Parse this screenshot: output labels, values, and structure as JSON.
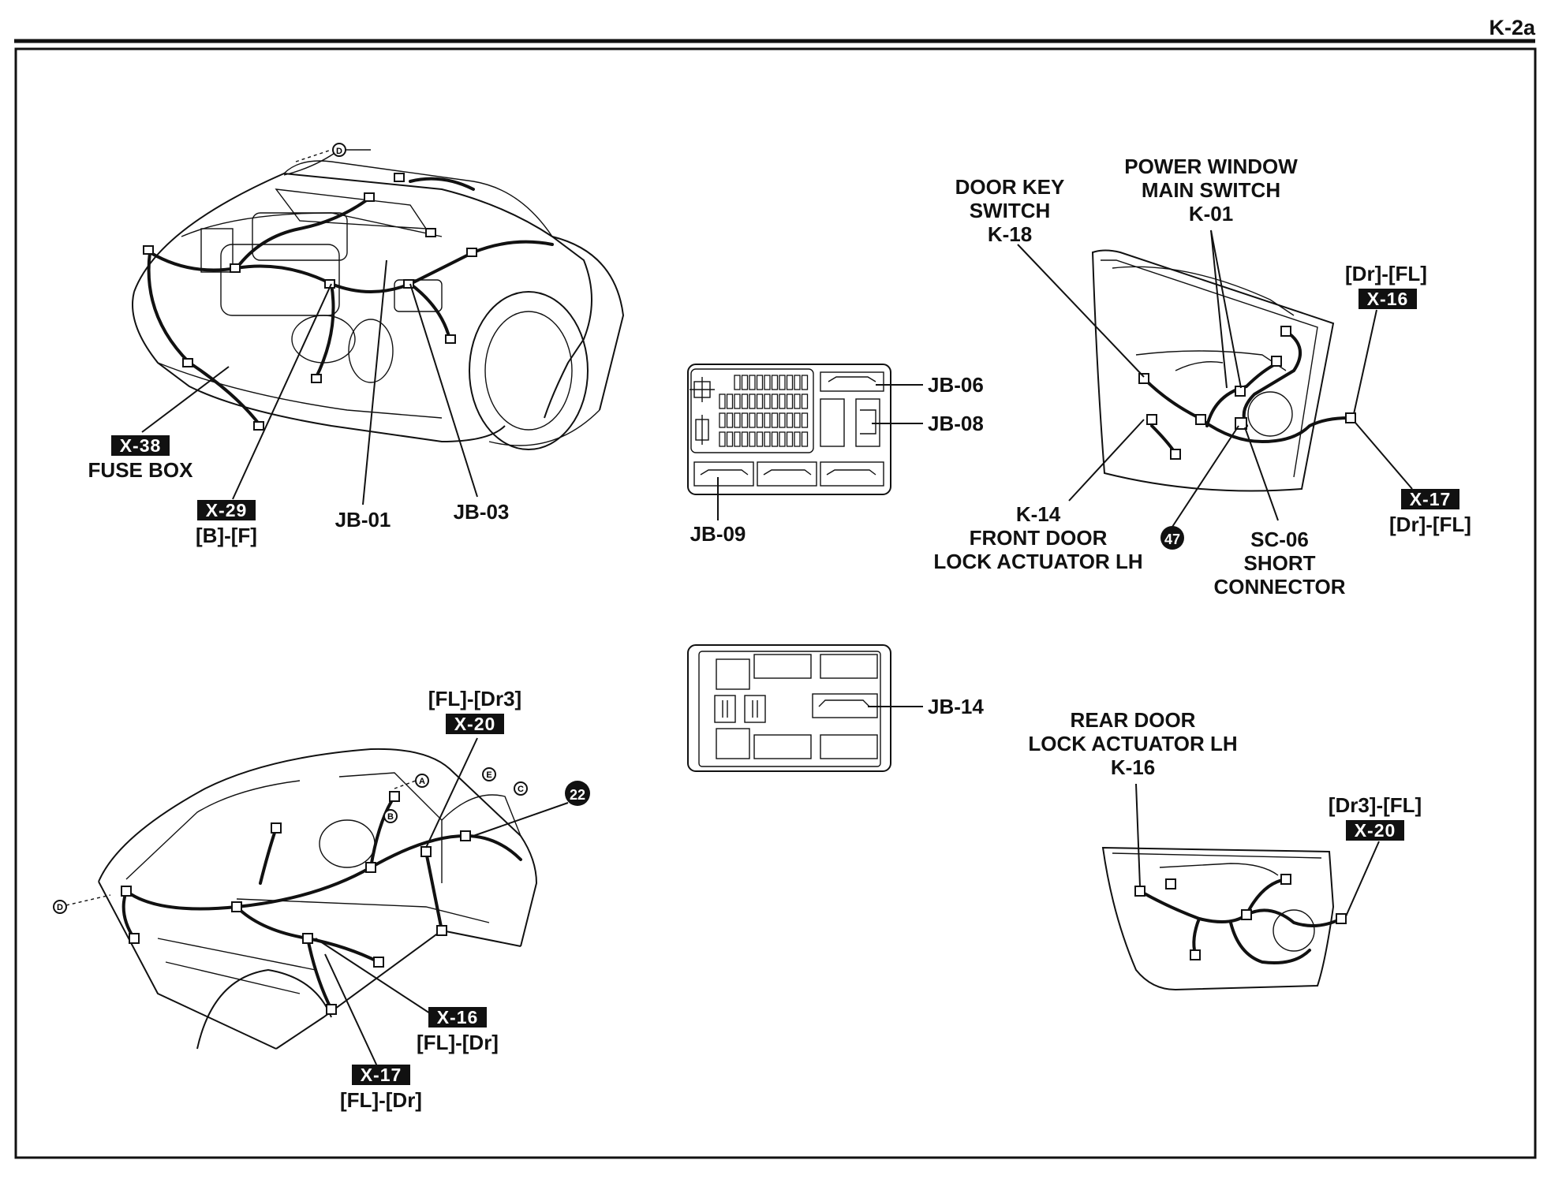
{
  "page_code": "K-2a",
  "engine_view": {
    "fuse_box": {
      "tag": "X-38",
      "label": "FUSE BOX"
    },
    "x29": {
      "tag": "X-29",
      "sub": "[B]-[F]"
    },
    "jb01": "JB-01",
    "jb03": "JB-03",
    "marker_d": "D"
  },
  "junction_block_top": {
    "jb06": "JB-06",
    "jb08": "JB-08",
    "jb09": "JB-09"
  },
  "junction_block_bottom": {
    "jb14": "JB-14"
  },
  "front_door": {
    "door_key": {
      "line1": "DOOR KEY",
      "line2": "SWITCH",
      "code": "K-18"
    },
    "pw_switch": {
      "line1": "POWER WINDOW",
      "line2": "MAIN SWITCH",
      "code": "K-01"
    },
    "x16": {
      "top": "[Dr]-[FL]",
      "tag": "X-16"
    },
    "x17": {
      "tag": "X-17",
      "sub": "[Dr]-[FL]"
    },
    "actuator": {
      "code": "K-14",
      "line1": "FRONT DOOR",
      "line2": "LOCK ACTUATOR LH"
    },
    "ground": "47",
    "short_conn": {
      "code": "SC-06",
      "line1": "SHORT",
      "line2": "CONNECTOR"
    }
  },
  "body_view": {
    "x20": {
      "top": "[FL]-[Dr3]",
      "tag": "X-20"
    },
    "ground": "22",
    "x16": {
      "tag": "X-16",
      "sub": "[FL]-[Dr]"
    },
    "x17": {
      "tag": "X-17",
      "sub": "[FL]-[Dr]"
    },
    "markers": [
      "A",
      "B",
      "C",
      "D",
      "E"
    ]
  },
  "rear_door": {
    "line1": "REAR DOOR",
    "line2": "LOCK ACTUATOR LH",
    "code": "K-16",
    "x20": {
      "top": "[Dr3]-[FL]",
      "tag": "X-20"
    }
  }
}
